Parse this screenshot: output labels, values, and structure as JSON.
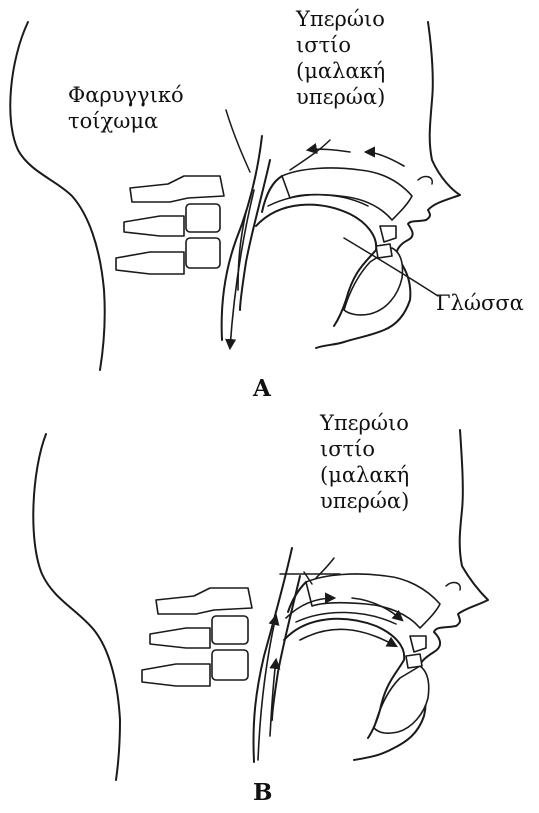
{
  "panel_a": {
    "letter": "A",
    "velum_label": [
      "Υπερώιο",
      "ιστίο",
      "(μαλακή",
      "υπερώα)"
    ],
    "pharynx_label": [
      "Φαρυγγικό",
      "τοίχωμα"
    ],
    "tongue_label": "Γλώσσα"
  },
  "panel_b": {
    "letter": "B",
    "velum_label": [
      "Υπερώιο",
      "ιστίο",
      "(μαλακή",
      "υπερώα)"
    ]
  }
}
